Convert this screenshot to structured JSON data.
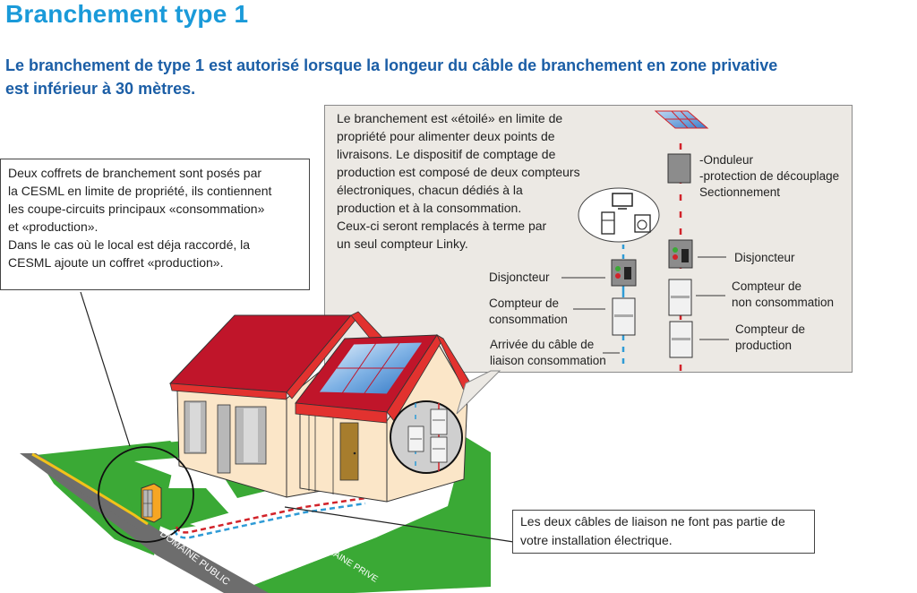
{
  "header": {
    "title": "Branchement type 1",
    "subtitle": "Le branchement de type 1 est autorisé lorsque la longeur du câble de branchement en zone privative est inférieur à 30 mètres."
  },
  "left_callout": {
    "lines": [
      "Deux coffrets de branchement sont posés par",
      "la CESML en limite de propriété, ils contiennent",
      "les coupe-circuits principaux «consommation»",
      "et «production».",
      "Dans le cas où le local est déja raccordé, la",
      "CESML ajoute un coffret «production»."
    ]
  },
  "detail_panel": {
    "text_lines": [
      "Le branchement est «étoilé» en limite de",
      "propriété pour alimenter deux points de",
      "livraisons. Le dispositif de comptage de",
      "production est composé de deux compteurs",
      "électroniques, chacun dédiés à la",
      "production et à la consommation.",
      "Ceux-ci seront remplacés à  terme par",
      "un seul compteur Linky."
    ],
    "consumption_chain": {
      "appliances_icons": [
        "tv-icon",
        "fridge-icon",
        "washing-machine-icon"
      ],
      "disjoncteur_label": "Disjoncteur",
      "meter_label_lines": [
        "Compteur de",
        "consommation"
      ],
      "cable_label_lines": [
        "Arrivée du câble de",
        "liaison consommation"
      ]
    },
    "production_chain": {
      "solar_panel_icon": "solar-panel-icon",
      "inverter_label_lines": [
        "-Onduleur",
        "-protection de découplage",
        "Sectionnement"
      ],
      "disjoncteur_label": "Disjoncteur",
      "non_consumption_meter_label_lines": [
        "Compteur de",
        "non consommation"
      ],
      "production_meter_label_lines": [
        "Compteur de",
        "production"
      ]
    }
  },
  "scene": {
    "public_domain_label": "DOMAINE PUBLIC",
    "private_domain_label": "DOMAINE PRIVE"
  },
  "bottom_callout": {
    "lines": [
      "Les deux câbles de liaison ne font pas partie de",
      "votre installation électrique."
    ]
  },
  "colors": {
    "title_blue": "#1a9ad9",
    "subtitle_blue": "#1b5ea6",
    "roof_red": "#c0152a",
    "roof_edge_red": "#e2322f",
    "wall_cream": "#fbe6c8",
    "grass_green": "#3aa935",
    "road_gray": "#6d6d6d",
    "road_line_yellow": "#f2c21a",
    "consumption_cable_blue": "#2f9bd6",
    "production_cable_red": "#d2232a",
    "panel_bg": "#ece9e4",
    "cabinet_orange": "#f6a623",
    "door_brown": "#a77d2d"
  }
}
